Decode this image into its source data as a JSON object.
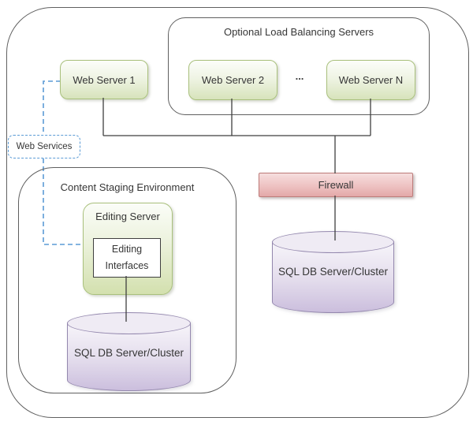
{
  "groups": {
    "load_balancing": {
      "title": "Optional Load Balancing Servers"
    },
    "content_staging": {
      "title": "Content Staging Environment"
    }
  },
  "nodes": {
    "web_server_1": {
      "label": "Web Server 1"
    },
    "web_server_2": {
      "label": "Web Server 2"
    },
    "web_server_n": {
      "label": "Web Server N"
    },
    "ellipsis": {
      "label": "..."
    },
    "web_services": {
      "label": "Web Services"
    },
    "firewall": {
      "label": "Firewall"
    },
    "editing_server": {
      "label": "Editing Server"
    },
    "editing_interfaces": {
      "line1": "Editing",
      "line2": "Interfaces"
    },
    "sql_db_production": {
      "label": "SQL DB Server/Cluster"
    },
    "sql_db_staging": {
      "label": "SQL DB Server/Cluster"
    }
  },
  "edges": [
    {
      "from": "web-server-1",
      "to": "bus",
      "style": "solid"
    },
    {
      "from": "web-server-2",
      "to": "bus",
      "style": "solid"
    },
    {
      "from": "web-server-n",
      "to": "bus",
      "style": "solid"
    },
    {
      "from": "bus",
      "to": "firewall",
      "style": "solid"
    },
    {
      "from": "firewall",
      "to": "sql-db-production",
      "style": "solid"
    },
    {
      "from": "editing-interfaces",
      "to": "sql-db-staging",
      "style": "solid"
    },
    {
      "from": "web-server-1",
      "to": "web-services",
      "style": "dashed"
    },
    {
      "from": "web-services",
      "to": "editing-server",
      "style": "dashed"
    }
  ],
  "colors": {
    "server_fill_top": "#fcfdfa",
    "server_fill_bottom": "#d7e3bb",
    "server_border": "#a9c07c",
    "firewall_fill_top": "#f6dede",
    "firewall_fill_bottom": "#e3a8a8",
    "firewall_border": "#bd7c7a",
    "db_fill_top": "#efebf4",
    "db_fill_bottom": "#cbbedd",
    "db_border": "#9488ae",
    "dashed_link": "#5b9bd5",
    "connector": "#3f3f3f",
    "group_border": "#5f5f5f",
    "text": "#363636"
  }
}
